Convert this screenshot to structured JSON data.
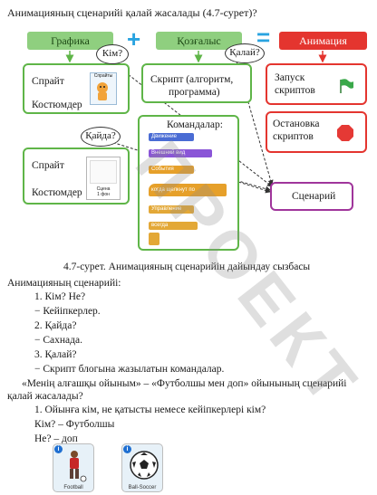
{
  "heading": "Анимацияның сценарийі қалай жасалады (4.7-сурет)?",
  "diagram": {
    "header_grafika": "Графика",
    "header_qozgalys": "Қозғалыс",
    "header_animation": "Анимация",
    "op_plus": "+",
    "op_equals": "=",
    "sprite1": "Спрайт",
    "costumes1": "Костюмдер",
    "sprite2": "Спрайт",
    "costumes2": "Костюмдер",
    "script_text_1": "Скрипт  (алгоритм,",
    "script_text_2": "программа)",
    "commands_title": "Командалар:",
    "start_1": "Запуск",
    "start_2": "скриптов",
    "stop_1": "Остановка",
    "stop_2": "скриптов",
    "scenario": "Сценарий",
    "bubble_kim": "Кім?",
    "bubble_qalai": "Қалай?",
    "bubble_qaida": "Қайда?",
    "thumb1_caption": "Спрайты",
    "thumb2_caption_1": "Сцена",
    "thumb2_caption_2": "1 фон",
    "blocks": [
      "Движение",
      "Внешний вид",
      "События",
      "когда щелкнут по",
      "Управление",
      "всегда",
      ""
    ]
  },
  "figure_caption": "4.7-сурет. Анимацияның сценарийін дайындау сызбасы",
  "lines": [
    "Анимацияның сценарийі:",
    "1. Кім? Не?",
    "− Кейіпкерлер.",
    "2. Қайда?",
    "− Сахнада.",
    "3. Қалай?",
    "− Скрипт блогына жазылатын командалар.",
    "«Менің алғашқы ойыным» – «Футболшы мен доп» ойынының сценарийі",
    "қалай жасалады?",
    "1. Ойынға кім, не қатысты немесе кейіпкерлері кім?",
    "Кім? – Футболшы",
    "Не? – доп"
  ],
  "cards": [
    {
      "label": "Football"
    },
    {
      "label": "Ball-Soccer"
    }
  ],
  "watermark": "ПРОЕКТ",
  "colors": {
    "green": "#5fb548",
    "red": "#e4352f",
    "purple": "#a0359b",
    "blue": "#29a3e0"
  }
}
